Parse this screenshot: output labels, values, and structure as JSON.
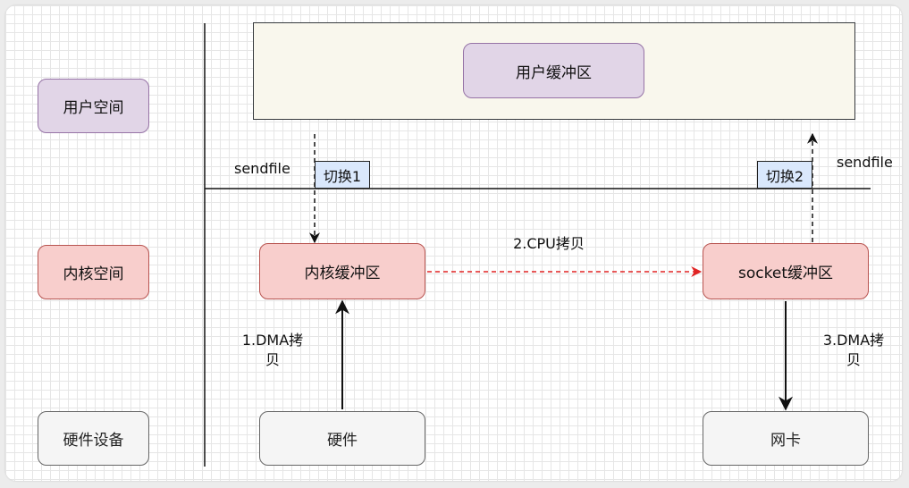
{
  "layers": {
    "user_space": "用户空间",
    "kernel_space": "内核空间",
    "hardware_device": "硬件设备"
  },
  "boxes": {
    "user_buffer": "用户缓冲区",
    "kernel_buffer": "内核缓冲区",
    "socket_buffer": "socket缓冲区",
    "hardware": "硬件",
    "nic": "网卡"
  },
  "tags": {
    "switch1": "切换1",
    "switch2": "切换2"
  },
  "labels": {
    "sendfile_left": "sendfile",
    "sendfile_right": "sendfile",
    "dma_copy_1_line1": "1.DMA拷",
    "dma_copy_1_line2": "贝",
    "cpu_copy": "2.CPU拷贝",
    "dma_copy_3_line1": "3.DMA拷",
    "dma_copy_3_line2": "贝"
  },
  "colors": {
    "user_fill": "#e1d5e7",
    "user_stroke": "#9673a6",
    "kernel_fill": "#f8cecc",
    "kernel_stroke": "#b85450",
    "hardware_fill": "#f5f5f5",
    "hardware_stroke": "#666666",
    "switch_fill": "#dae8fc",
    "cpu_arrow": "#e02424"
  }
}
